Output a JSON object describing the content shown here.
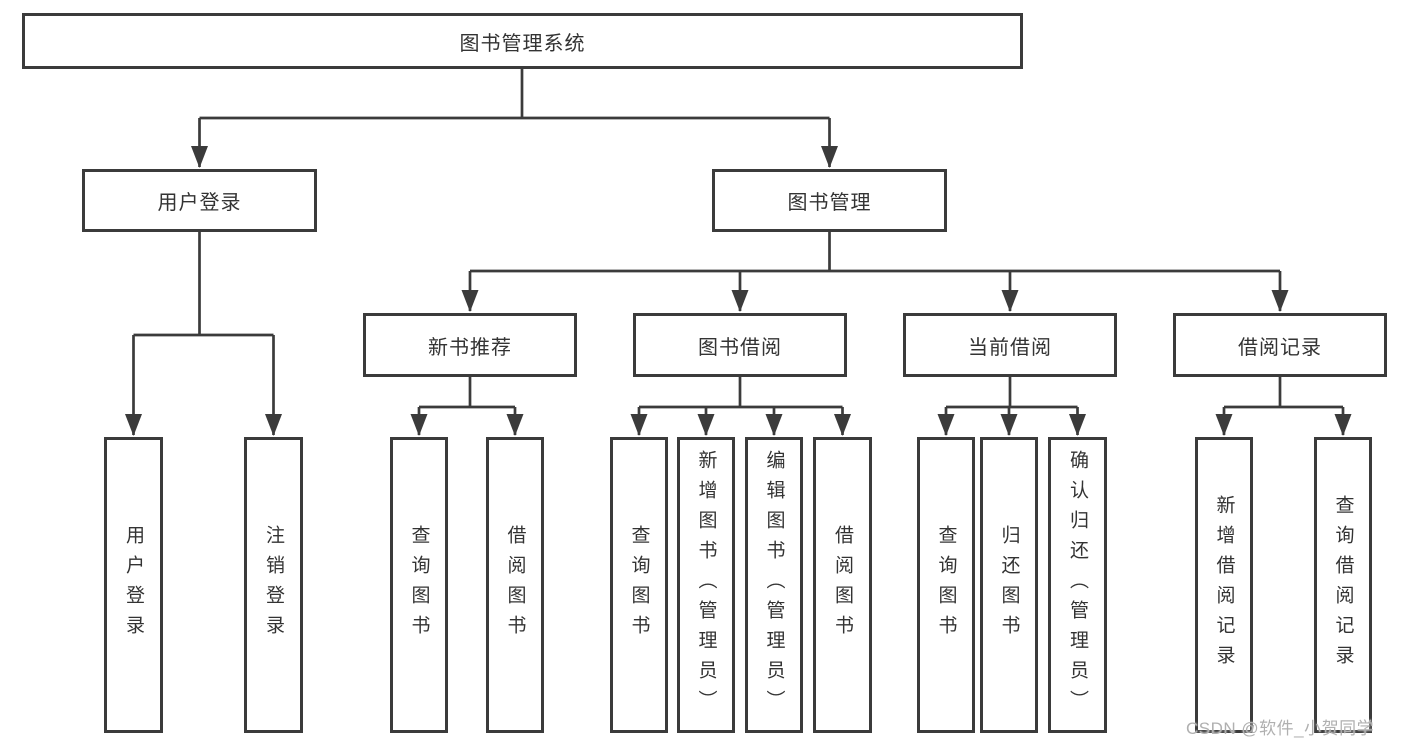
{
  "tree": {
    "label": "图书管理系统",
    "children": [
      {
        "label": "用户登录",
        "children": [
          {
            "label": "用户登录"
          },
          {
            "label": "注销登录"
          }
        ]
      },
      {
        "label": "图书管理",
        "children": [
          {
            "label": "新书推荐",
            "children": [
              {
                "label": "查询图书"
              },
              {
                "label": "借阅图书"
              }
            ]
          },
          {
            "label": "图书借阅",
            "children": [
              {
                "label": "查询图书"
              },
              {
                "label": "新增图书（管理员）"
              },
              {
                "label": "编辑图书（管理员）"
              },
              {
                "label": "借阅图书"
              }
            ]
          },
          {
            "label": "当前借阅",
            "children": [
              {
                "label": "查询图书"
              },
              {
                "label": "归还图书"
              },
              {
                "label": "确认归还（管理员）"
              }
            ]
          },
          {
            "label": "借阅记录",
            "children": [
              {
                "label": "新增借阅记录"
              },
              {
                "label": "查询借阅记录"
              }
            ]
          }
        ]
      }
    ]
  },
  "watermark": "CSDN @软件_小贺同学",
  "colors": {
    "line": "#3b3b3b",
    "text": "#333333",
    "watermark": "#b0b0b0",
    "background": "#ffffff"
  }
}
